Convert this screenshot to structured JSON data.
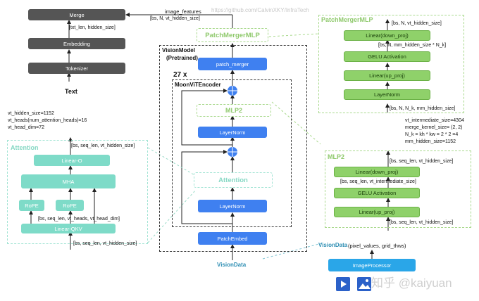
{
  "text_stack": {
    "merge": "Merge",
    "embedding": "Embedding",
    "tokenizer": "Tokenizer",
    "text": "Text",
    "txt_shape": "[txt_len, hidden_size]",
    "image_features": "image_features",
    "image_features_shape": "[bs, N, vt_hidden_size]",
    "watermark_url": "https://github.com/CalvinXKY/InfraTech"
  },
  "vision_model": {
    "title": "VisionModel",
    "subtitle": "(Pretrained)",
    "patch_merger": "patch_merger",
    "patch_merger_mlp_label": "PatchMergerMLP",
    "repeat": "27 x",
    "encoder_title": "MoonViTEncoder",
    "mlp2": "MLP2",
    "layernorm_top": "LayerNorm",
    "attention": "Attention",
    "layernorm_bottom": "LayerNorm",
    "patch_embed": "PatchEmbed",
    "input": "VisionData"
  },
  "patch_merger_mlp": {
    "title": "PatchMergerMLP",
    "out_shape": "[bs, N, vt_hidden_size]",
    "linear_down": "Linear(down_proj)",
    "mid_shape": "[bs, N, mm_hidden_size * N_k]",
    "gelu": "GELU Activation",
    "linear_up": "Linear(up_proj)",
    "layernorm": "LayerNorm",
    "in_shape": "[bs, N, N_k,    mm_hidden_size]",
    "params": [
      "vt_intermediate_size=4304",
      "merge_kernel_size= (2, 2)",
      "N_k = kh * kw = 2 * 2 =4",
      "mm_hidden_size=1152"
    ]
  },
  "mlp2_detail": {
    "title": "MLP2",
    "out_shape": "[bs, seq_len, vt_hidden_size]",
    "linear_down": "Linear(down_proj)",
    "mid_shape": "[bs, seq_len, vt_intermediate_size]",
    "gelu": "GELU Activation",
    "linear_up": "Linear(up_proj)",
    "in_shape": "[bs, seq_len, vt_hidden_size]"
  },
  "attention_detail": {
    "title": "Attention",
    "params": [
      "vt_hidden_size=1152",
      "vt_heads(num_attention_heads)=16",
      "vt_head_dim=72"
    ],
    "out_shape": "[bs, seq_len, vt_hidden_size]",
    "linear_o": "Linear-O",
    "mha": "MHA",
    "rope1": "RoPE",
    "rope2": "RoPE",
    "qkv_out_shape": "[bs, seq_len, vt_heads, vt_head_dim]",
    "linear_qkv": "Linear-QKV",
    "in_shape": "[bs, seq_len, vt_hidden_size]"
  },
  "image_processor": {
    "input_label": "VisionData",
    "input_args": "(pixel_values,  grid_thws)",
    "box": "ImageProcessor"
  },
  "watermark_cn": "知乎 @kaiyuan",
  "colors": {
    "blue": "#3f80f0",
    "green": "#8fd16a",
    "teal": "#7edbc8",
    "dark": "#555555"
  }
}
